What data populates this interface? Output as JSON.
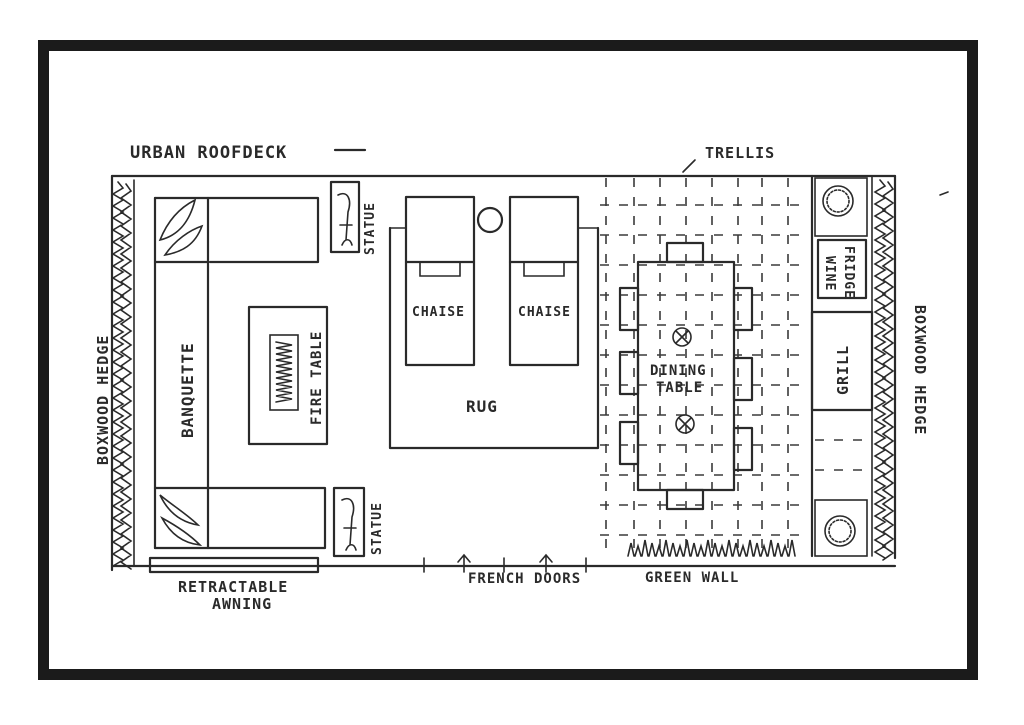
{
  "plan": {
    "title": "URBAN ROOFDECK",
    "labels": {
      "trellis": "TRELLIS",
      "boxwood_left": "BOXWOOD HEDGE",
      "boxwood_right": "BOXWOOD HEDGE",
      "banquette": "BANQUETTE",
      "fire_table": "FIRE TABLE",
      "statue_top": "STATUE",
      "statue_bottom": "STATUE",
      "chaise_left": "CHAISE",
      "chaise_right": "CHAISE",
      "rug": "RUG",
      "dining_table_line1": "DINING",
      "dining_table_line2": "TABLE",
      "wine_fridge_line1": "WINE",
      "wine_fridge_line2": "FRIDGE",
      "grill": "GRILL",
      "retractable_awning_line1": "RETRACTABLE",
      "retractable_awning_line2": "AWNING",
      "french_doors": "FRENCH DOORS",
      "green_wall": "GREEN WALL"
    },
    "colors": {
      "ink": "#2a2a2a",
      "frame": "#1b1b1b",
      "paper": "#ffffff"
    }
  }
}
